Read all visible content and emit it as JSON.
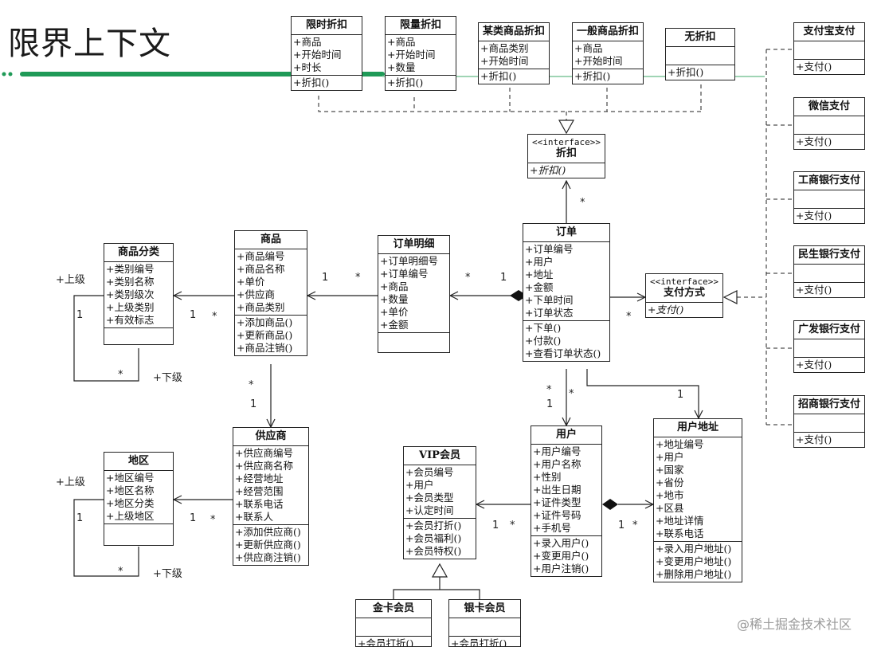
{
  "title": "限界上下文",
  "watermark": "@稀土掘金技术社区",
  "classes": {
    "xianshi": {
      "name": "限时折扣",
      "attrs": [
        "+商品",
        "+开始时间",
        "+时长"
      ],
      "ops": [
        "+折扣()"
      ]
    },
    "xianliang": {
      "name": "限量折扣",
      "attrs": [
        "+商品",
        "+开始时间",
        "+数量"
      ],
      "ops": [
        "+折扣()"
      ]
    },
    "moulei": {
      "name": "某类商品折扣",
      "attrs": [
        "+商品类别",
        "+开始时间"
      ],
      "ops": [
        "+折扣()"
      ]
    },
    "yiban": {
      "name": "一般商品折扣",
      "attrs": [
        "+商品",
        "+开始时间"
      ],
      "ops": [
        "+折扣()"
      ]
    },
    "wuzhekou": {
      "name": "无折扣",
      "attrs": [],
      "ops": [
        "+折扣()"
      ]
    },
    "zhekou": {
      "stereo": "<<interface>>",
      "name": "折扣",
      "attrs": [],
      "ops": [
        "+折扣()"
      ]
    },
    "zhifubao": {
      "name": "支付宝支付",
      "attrs": [],
      "ops": [
        "+支付()"
      ]
    },
    "weixin": {
      "name": "微信支付",
      "attrs": [],
      "ops": [
        "+支付()"
      ]
    },
    "gongshang": {
      "name": "工商银行支付",
      "attrs": [],
      "ops": [
        "+支付()"
      ]
    },
    "minsheng": {
      "name": "民生银行支付",
      "attrs": [],
      "ops": [
        "+支付()"
      ]
    },
    "guangfa": {
      "name": "广发银行支付",
      "attrs": [],
      "ops": [
        "+支付()"
      ]
    },
    "zhaoshang": {
      "name": "招商银行支付",
      "attrs": [],
      "ops": [
        "+支付()"
      ]
    },
    "zhifufangshi": {
      "stereo": "<<interface>>",
      "name": "支付方式",
      "attrs": [],
      "ops": [
        "+支付()"
      ]
    },
    "shangpinfenlei": {
      "name": "商品分类",
      "attrs": [
        "+类别编号",
        "+类别名称",
        "+类别级次",
        "+上级类别",
        "+有效标志"
      ],
      "ops": []
    },
    "shangpin": {
      "name": "商品",
      "attrs": [
        "+商品编号",
        "+商品名称",
        "+单价",
        "+供应商",
        "+商品类别"
      ],
      "ops": [
        "+添加商品()",
        "+更新商品()",
        "+商品注销()"
      ]
    },
    "dingdanmingxi": {
      "name": "订单明细",
      "attrs": [
        "+订单明细号",
        "+订单编号",
        "+商品",
        "+数量",
        "+单价",
        "+金额"
      ],
      "ops": []
    },
    "dingdan": {
      "name": "订单",
      "attrs": [
        "+订单编号",
        "+用户",
        "+地址",
        "+金额",
        "+下单时间",
        "+订单状态"
      ],
      "ops": [
        "+下单()",
        "+付款()",
        "+查看订单状态()"
      ]
    },
    "diqu": {
      "name": "地区",
      "attrs": [
        "+地区编号",
        "+地区名称",
        "+地区分类",
        "+上级地区"
      ],
      "ops": []
    },
    "gongyingshang": {
      "name": "供应商",
      "attrs": [
        "+供应商编号",
        "+供应商名称",
        "+经营地址",
        "+经营范围",
        "+联系电话",
        "+联系人"
      ],
      "ops": [
        "+添加供应商()",
        "+更新供应商()",
        "+供应商注销()"
      ]
    },
    "vip": {
      "name": "VIP会员",
      "attrs": [
        "+会员编号",
        "+用户",
        "+会员类型",
        "+认定时间"
      ],
      "ops": [
        "+会员打折()",
        "+会员福利()",
        "+会员特权()"
      ]
    },
    "yonghu": {
      "name": "用户",
      "attrs": [
        "+用户编号",
        "+用户名称",
        "+性别",
        "+出生日期",
        "+证件类型",
        "+证件号码",
        "+手机号"
      ],
      "ops": [
        "+录入用户()",
        "+变更用户()",
        "+用户注销()"
      ]
    },
    "yonghudizhi": {
      "name": "用户地址",
      "attrs": [
        "+地址编号",
        "+用户",
        "+国家",
        "+省份",
        "+地市",
        "+区县",
        "+地址详情",
        "+联系电话"
      ],
      "ops": [
        "+录入用户地址()",
        "+变更用户地址()",
        "+删除用户地址()"
      ]
    },
    "jinka": {
      "name": "金卡会员",
      "attrs": [],
      "ops": [
        "+会员打折()"
      ]
    },
    "yinka": {
      "name": "银卡会员",
      "attrs": [],
      "ops": [
        "+会员打折()"
      ]
    }
  },
  "labels": {
    "l1": "1",
    "l2": "*",
    "l3": "1",
    "l4": "*",
    "l5": "*",
    "l6": "1",
    "l7": "*",
    "l8": "*",
    "l9": "1",
    "l10": "*",
    "l11": "1",
    "l12": "1",
    "l13": "*",
    "l14": "+上级",
    "l15": "1",
    "l16": "*",
    "l17": "+下级",
    "l18": "+上级",
    "l19": "1",
    "l20": "*",
    "l21": "+下级",
    "l22": "1",
    "l23": "*",
    "l24": "1",
    "l25": "*",
    "l26": "*",
    "l27": "*",
    "l28": "1"
  }
}
